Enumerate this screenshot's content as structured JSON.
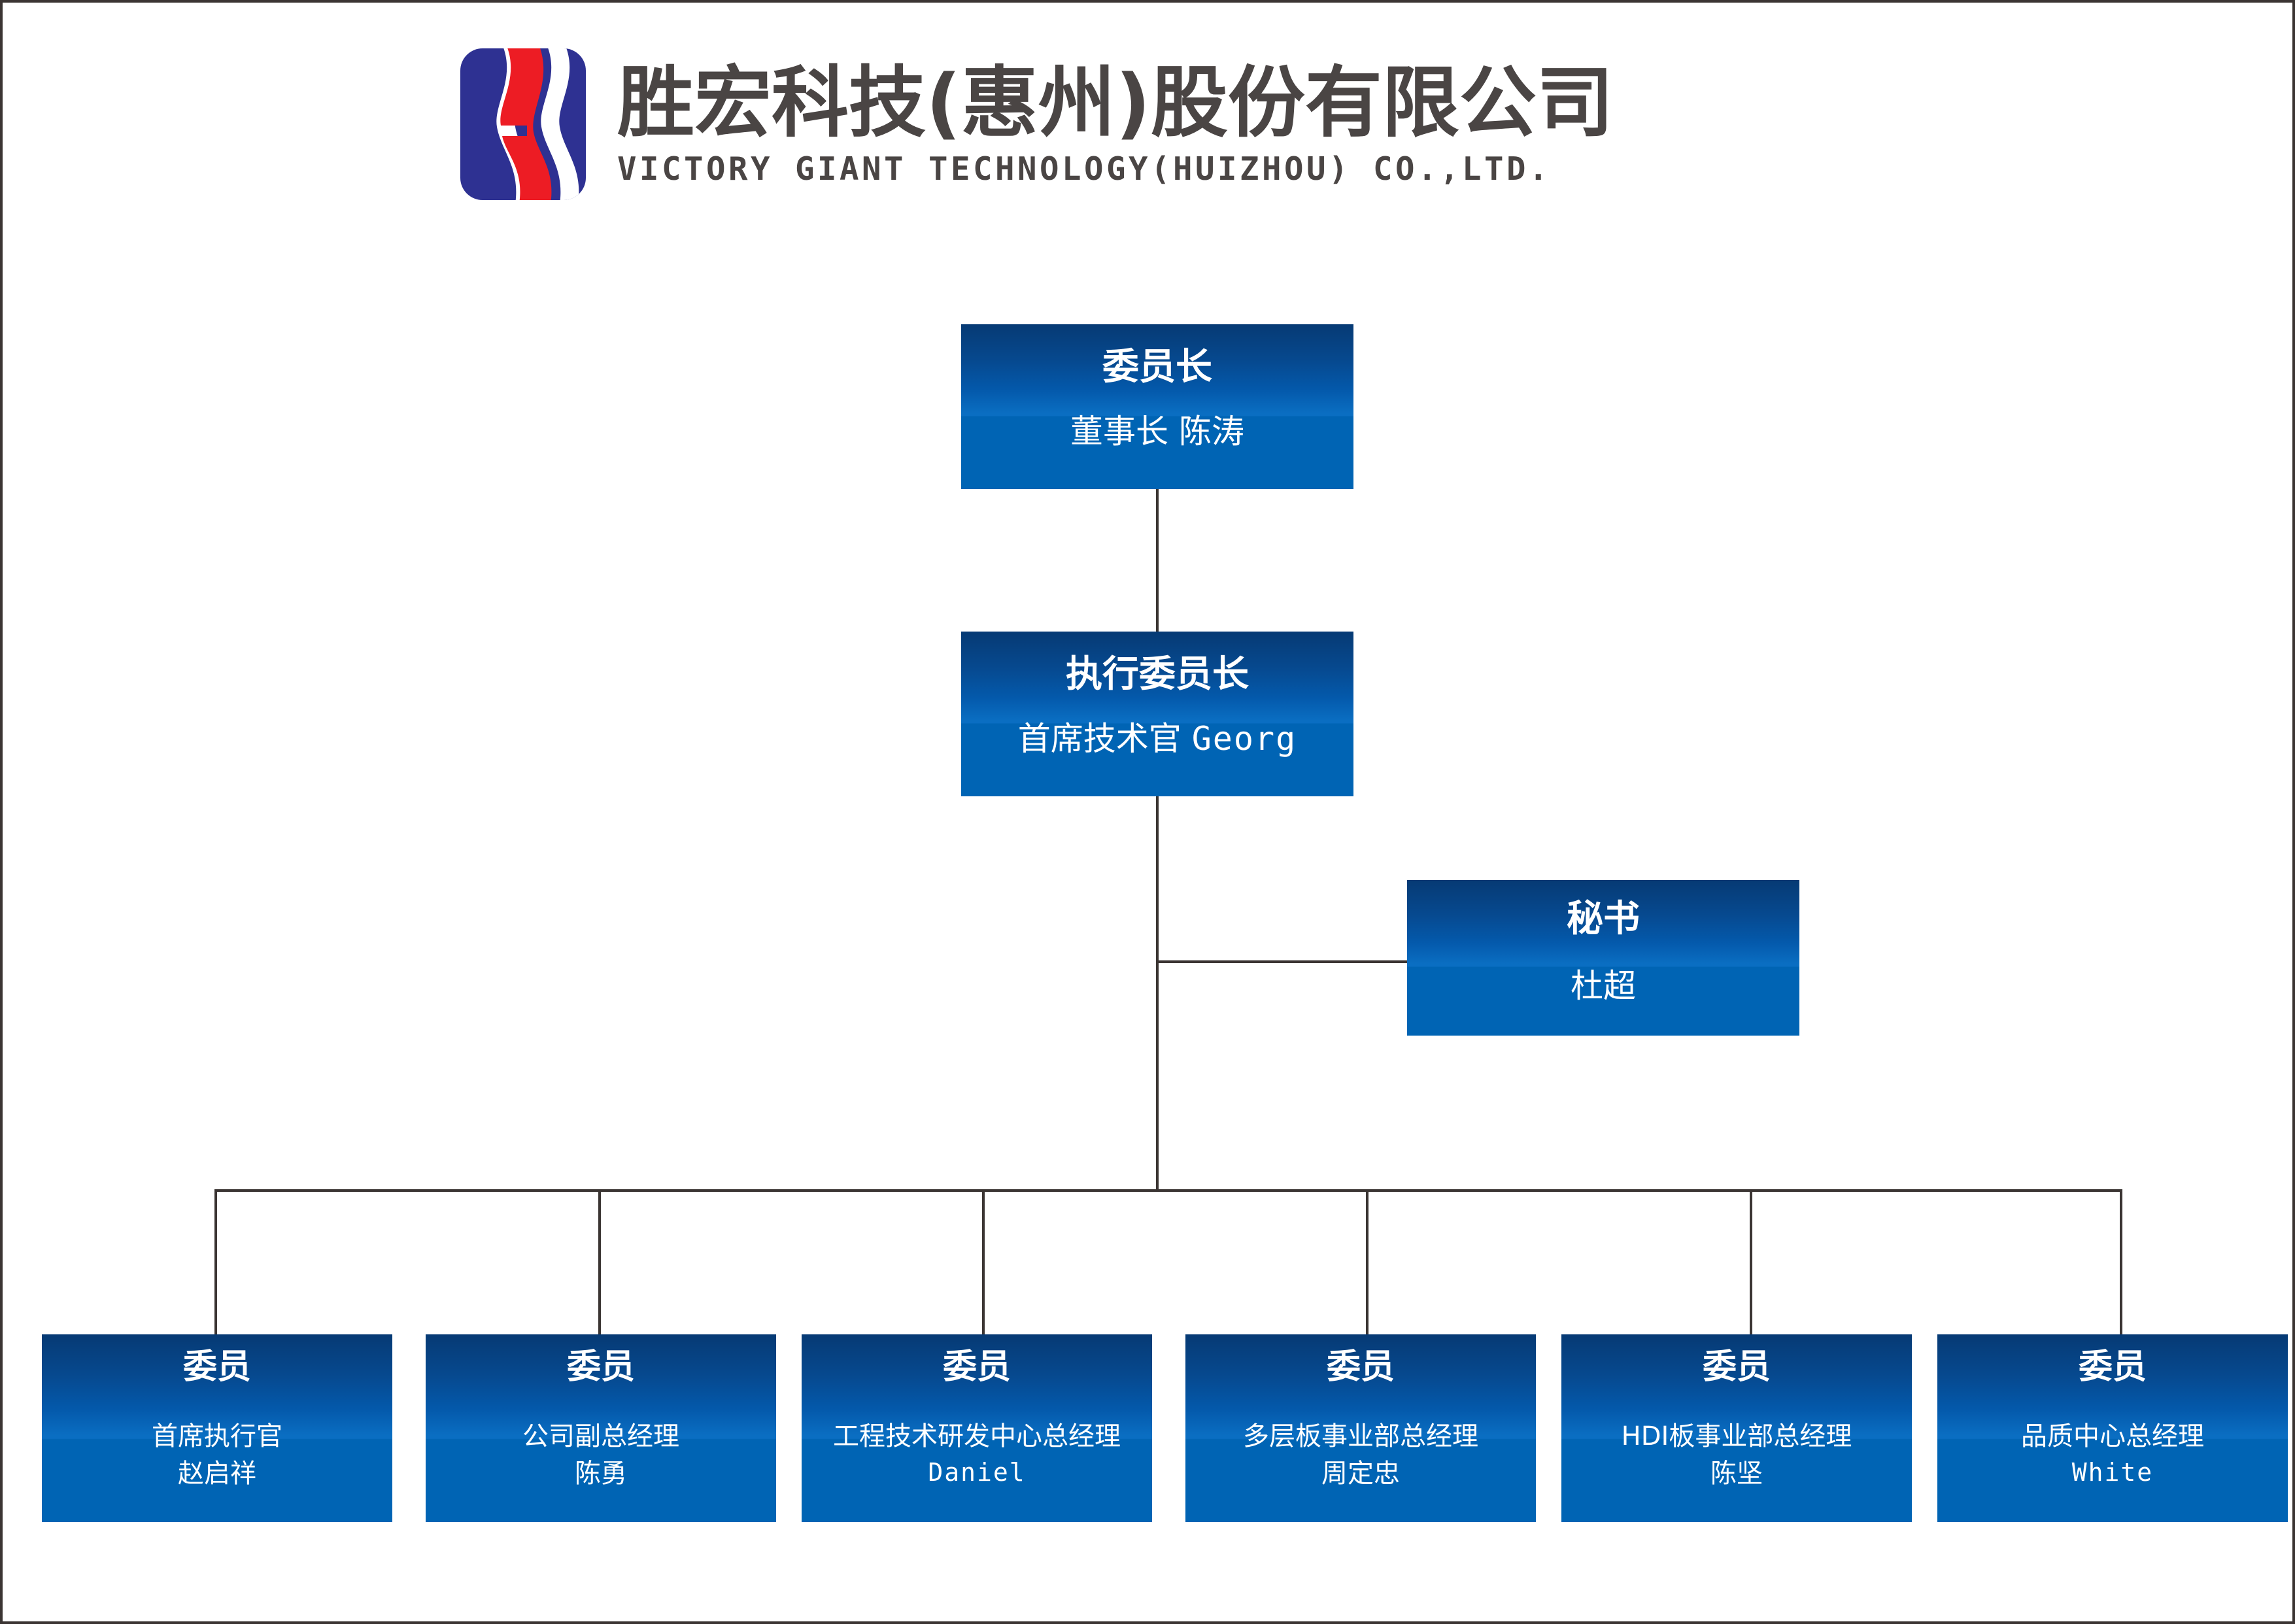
{
  "header": {
    "logo_name": "victory-giant-logo",
    "logo_colors": {
      "blue": "#2e3192",
      "red": "#ed1c24",
      "white": "#ffffff"
    },
    "company_name_cn": "胜宏科技(惠州)股份有限公司",
    "company_name_en": "VICTORY GIANT TECHNOLOGY(HUIZHOU) CO.,LTD."
  },
  "theme": {
    "box_gradient_top": "#063a74",
    "box_gradient_mid": "#0a6ec2",
    "box_fill_bottom": "#0064b4",
    "connector_color": "#3b3533",
    "text_color": "#ffffff",
    "title_text_color": "#4a4544"
  },
  "chart_data": {
    "type": "org-chart",
    "title": "胜宏科技(惠州)股份有限公司",
    "nodes": [
      {
        "id": "chairman",
        "title": "委员长",
        "lines": [
          "董事长 陈涛"
        ],
        "level": 0
      },
      {
        "id": "exec",
        "title": "执行委员长",
        "lines": [
          "首席技术官 Georg"
        ],
        "level": 1
      },
      {
        "id": "secretary",
        "title": "秘书",
        "lines": [
          "杜超"
        ],
        "level": 2
      },
      {
        "id": "member1",
        "title": "委员",
        "lines": [
          "首席执行官",
          "赵启祥"
        ],
        "level": 3
      },
      {
        "id": "member2",
        "title": "委员",
        "lines": [
          "公司副总经理",
          "陈勇"
        ],
        "level": 3
      },
      {
        "id": "member3",
        "title": "委员",
        "lines": [
          "工程技术研发中心总经理",
          "Daniel"
        ],
        "level": 3
      },
      {
        "id": "member4",
        "title": "委员",
        "lines": [
          "多层板事业部总经理",
          "周定忠"
        ],
        "level": 3
      },
      {
        "id": "member5",
        "title": "委员",
        "lines": [
          "HDI板事业部总经理",
          "陈坚"
        ],
        "level": 3
      },
      {
        "id": "member6",
        "title": "委员",
        "lines": [
          "品质中心总经理",
          "White"
        ],
        "level": 3
      }
    ],
    "edges": [
      {
        "from": "chairman",
        "to": "exec"
      },
      {
        "from": "exec",
        "to": "secretary"
      },
      {
        "from": "exec",
        "to": "member1"
      },
      {
        "from": "exec",
        "to": "member2"
      },
      {
        "from": "exec",
        "to": "member3"
      },
      {
        "from": "exec",
        "to": "member4"
      },
      {
        "from": "exec",
        "to": "member5"
      },
      {
        "from": "exec",
        "to": "member6"
      }
    ]
  },
  "chairman": {
    "title": "委员长",
    "sub": "董事长 陈涛"
  },
  "exec": {
    "title": "执行委员长",
    "sub_cn": "首席技术官 ",
    "sub_en": "Georg"
  },
  "secretary": {
    "title": "秘书",
    "sub": "杜超"
  },
  "members": [
    {
      "title": "委员",
      "role": "首席执行官",
      "person": "赵启祥",
      "person_latin": false
    },
    {
      "title": "委员",
      "role": "公司副总经理",
      "person": "陈勇",
      "person_latin": false
    },
    {
      "title": "委员",
      "role": "工程技术研发中心总经理",
      "person": "Daniel",
      "person_latin": true
    },
    {
      "title": "委员",
      "role": "多层板事业部总经理",
      "person": "周定忠",
      "person_latin": false
    },
    {
      "title": "委员",
      "role": "HDI板事业部总经理",
      "person": "陈坚",
      "person_latin": false
    },
    {
      "title": "委员",
      "role": "品质中心总经理",
      "person": "White",
      "person_latin": true
    }
  ]
}
